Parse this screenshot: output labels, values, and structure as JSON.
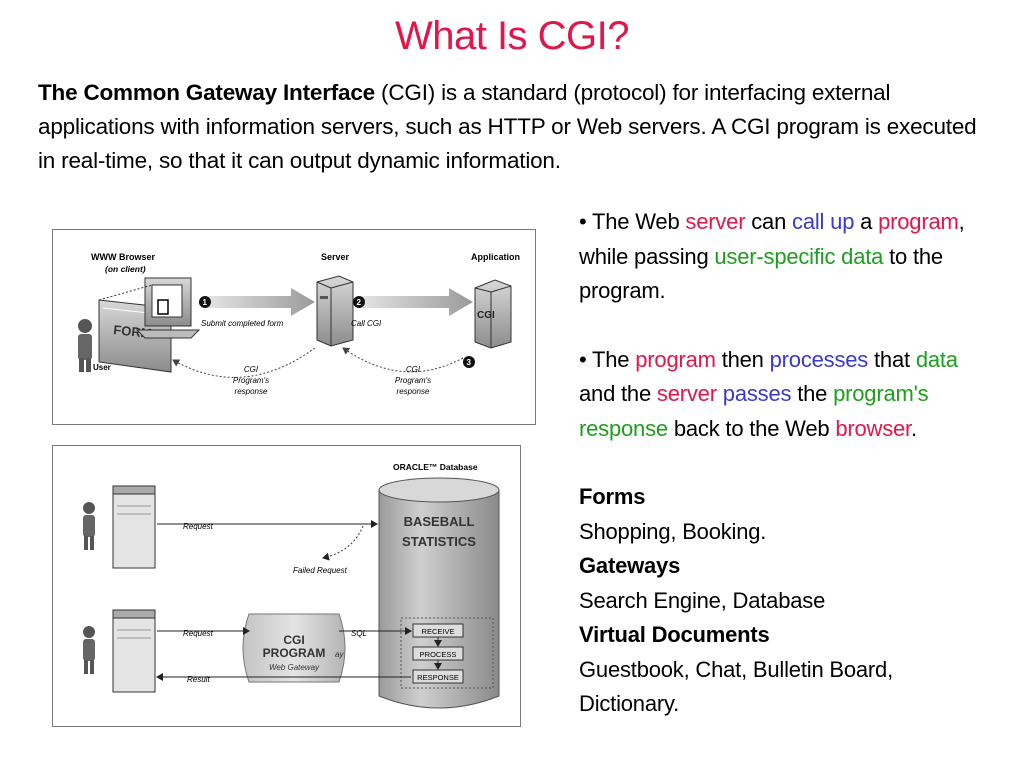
{
  "slide": {
    "title": "What Is CGI?",
    "intro": {
      "bold": "The Common Gateway Interface",
      "rest": " (CGI) is a standard (protocol) for interfacing external applications with information servers, such as HTTP or Web servers. A CGI program is executed in real-time, so that it can output dynamic information."
    },
    "bullet1": {
      "p1": "• The Web ",
      "server": "server",
      "p2": " can ",
      "call_up": "call up",
      "p3": " a ",
      "program": "program",
      "p4": ", while passing ",
      "user_data": "user-specific data",
      "p5": " to the program."
    },
    "bullet2": {
      "p1": "• The ",
      "program": "program",
      "p2": " then ",
      "processes": "processes",
      "p3": " that ",
      "data": "data",
      "p4": " and the ",
      "server": "server",
      "p5": " ",
      "passes": "passes",
      "p6": " the ",
      "response": "program's response",
      "p7": " back to the Web ",
      "browser": "browser",
      "p8": "."
    },
    "categories": [
      {
        "heading": "Forms",
        "text": "Shopping, Booking."
      },
      {
        "heading": "Gateways",
        "text": "Search Engine, Database"
      },
      {
        "heading": "Virtual Documents",
        "text": "Guestbook, Chat, Bulletin Board, Dictionary."
      }
    ]
  },
  "diagram1": {
    "browser_label": "WWW Browser",
    "browser_sub": "(on client)",
    "server_label": "Server",
    "app_label": "Application",
    "form_label": "FORM",
    "user_label": "User",
    "cgi_box": "CGI",
    "step1": "1",
    "step2": "2",
    "step3": "3",
    "arrow1_label": "Submit completed form",
    "arrow2_label": "Call CGI",
    "resp_a": [
      "CGI",
      "Program's",
      "response"
    ],
    "resp_b": [
      "CGI",
      "Program's",
      "response"
    ]
  },
  "diagram2": {
    "db_title": "ORACLE™ Database",
    "db_label": [
      "BASEBALL",
      "STATISTICS"
    ],
    "request1": "Request",
    "failed": "Failed Request",
    "request2": "Request",
    "sql": "SQL",
    "result": "Result",
    "cgi_label": [
      "CGI",
      "PROGRAM"
    ],
    "web_gateway": "Web Gateway",
    "ay": "ay",
    "steps": [
      "RECEIVE",
      "PROCESS",
      "RESPONSE"
    ]
  }
}
